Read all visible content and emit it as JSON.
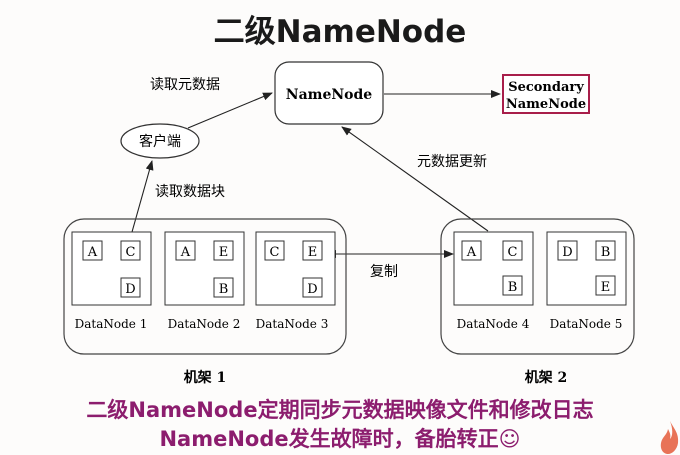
{
  "title": "二级NameNode",
  "nodes": {
    "namenode": "NameNode",
    "secondary_line1": "Secondary",
    "secondary_line2": "NameNode",
    "client": "客户端"
  },
  "edge_labels": {
    "read_metadata": "读取元数据",
    "read_blocks": "读取数据块",
    "metadata_update": "元数据更新",
    "replicate": "复制"
  },
  "racks": [
    {
      "label": "机架 1",
      "datanodes": [
        {
          "label": "DataNode 1",
          "blocks": [
            "A",
            "C",
            "D"
          ]
        },
        {
          "label": "DataNode 2",
          "blocks": [
            "A",
            "E",
            "B"
          ]
        },
        {
          "label": "DataNode 3",
          "blocks": [
            "C",
            "E",
            "D"
          ]
        }
      ]
    },
    {
      "label": "机架 2",
      "datanodes": [
        {
          "label": "DataNode 4",
          "blocks": [
            "A",
            "C",
            "B"
          ]
        },
        {
          "label": "DataNode 5",
          "blocks": [
            "D",
            "B",
            "E"
          ]
        }
      ]
    }
  ],
  "captions": [
    "二级NameNode定期同步元数据映像文件和修改日志",
    "NameNode发生故障时，备胎转正☺"
  ],
  "colors": {
    "title": "#1a1a1a",
    "caption": "#8c1d6e",
    "secondary_border": "#a81e4a",
    "stroke": "#333333"
  }
}
